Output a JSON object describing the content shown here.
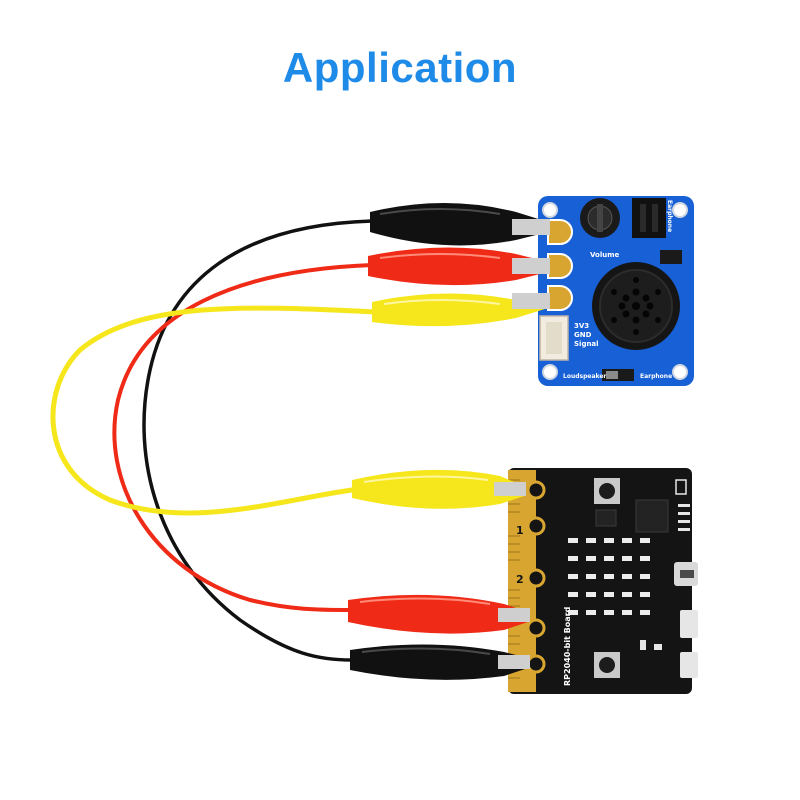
{
  "title": "Application",
  "colors": {
    "title": "#1f8be8",
    "module_pcb": "#1760d6",
    "board_pcb": "#141414",
    "gold": "#d8a630",
    "wire_black": "#111111",
    "wire_red": "#ef2a16",
    "wire_yellow": "#f6e61c"
  },
  "speaker_module": {
    "pin_3v3": "3V3",
    "pin_gnd": "GND",
    "pin_signal": "Signal",
    "label_volume": "Volume",
    "label_loudspeaker": "Loudspeaker",
    "label_earphone": "Earphone",
    "label_earphone_jack": "Earphone"
  },
  "board": {
    "name": "RP2040-bit Board",
    "pad_1": "1",
    "pad_2": "2"
  },
  "icons": [
    "alligator-clip-icon",
    "speaker-icon",
    "potentiometer-icon",
    "audio-jack-icon",
    "usb-port-icon",
    "push-button-icon",
    "led-matrix-icon"
  ]
}
